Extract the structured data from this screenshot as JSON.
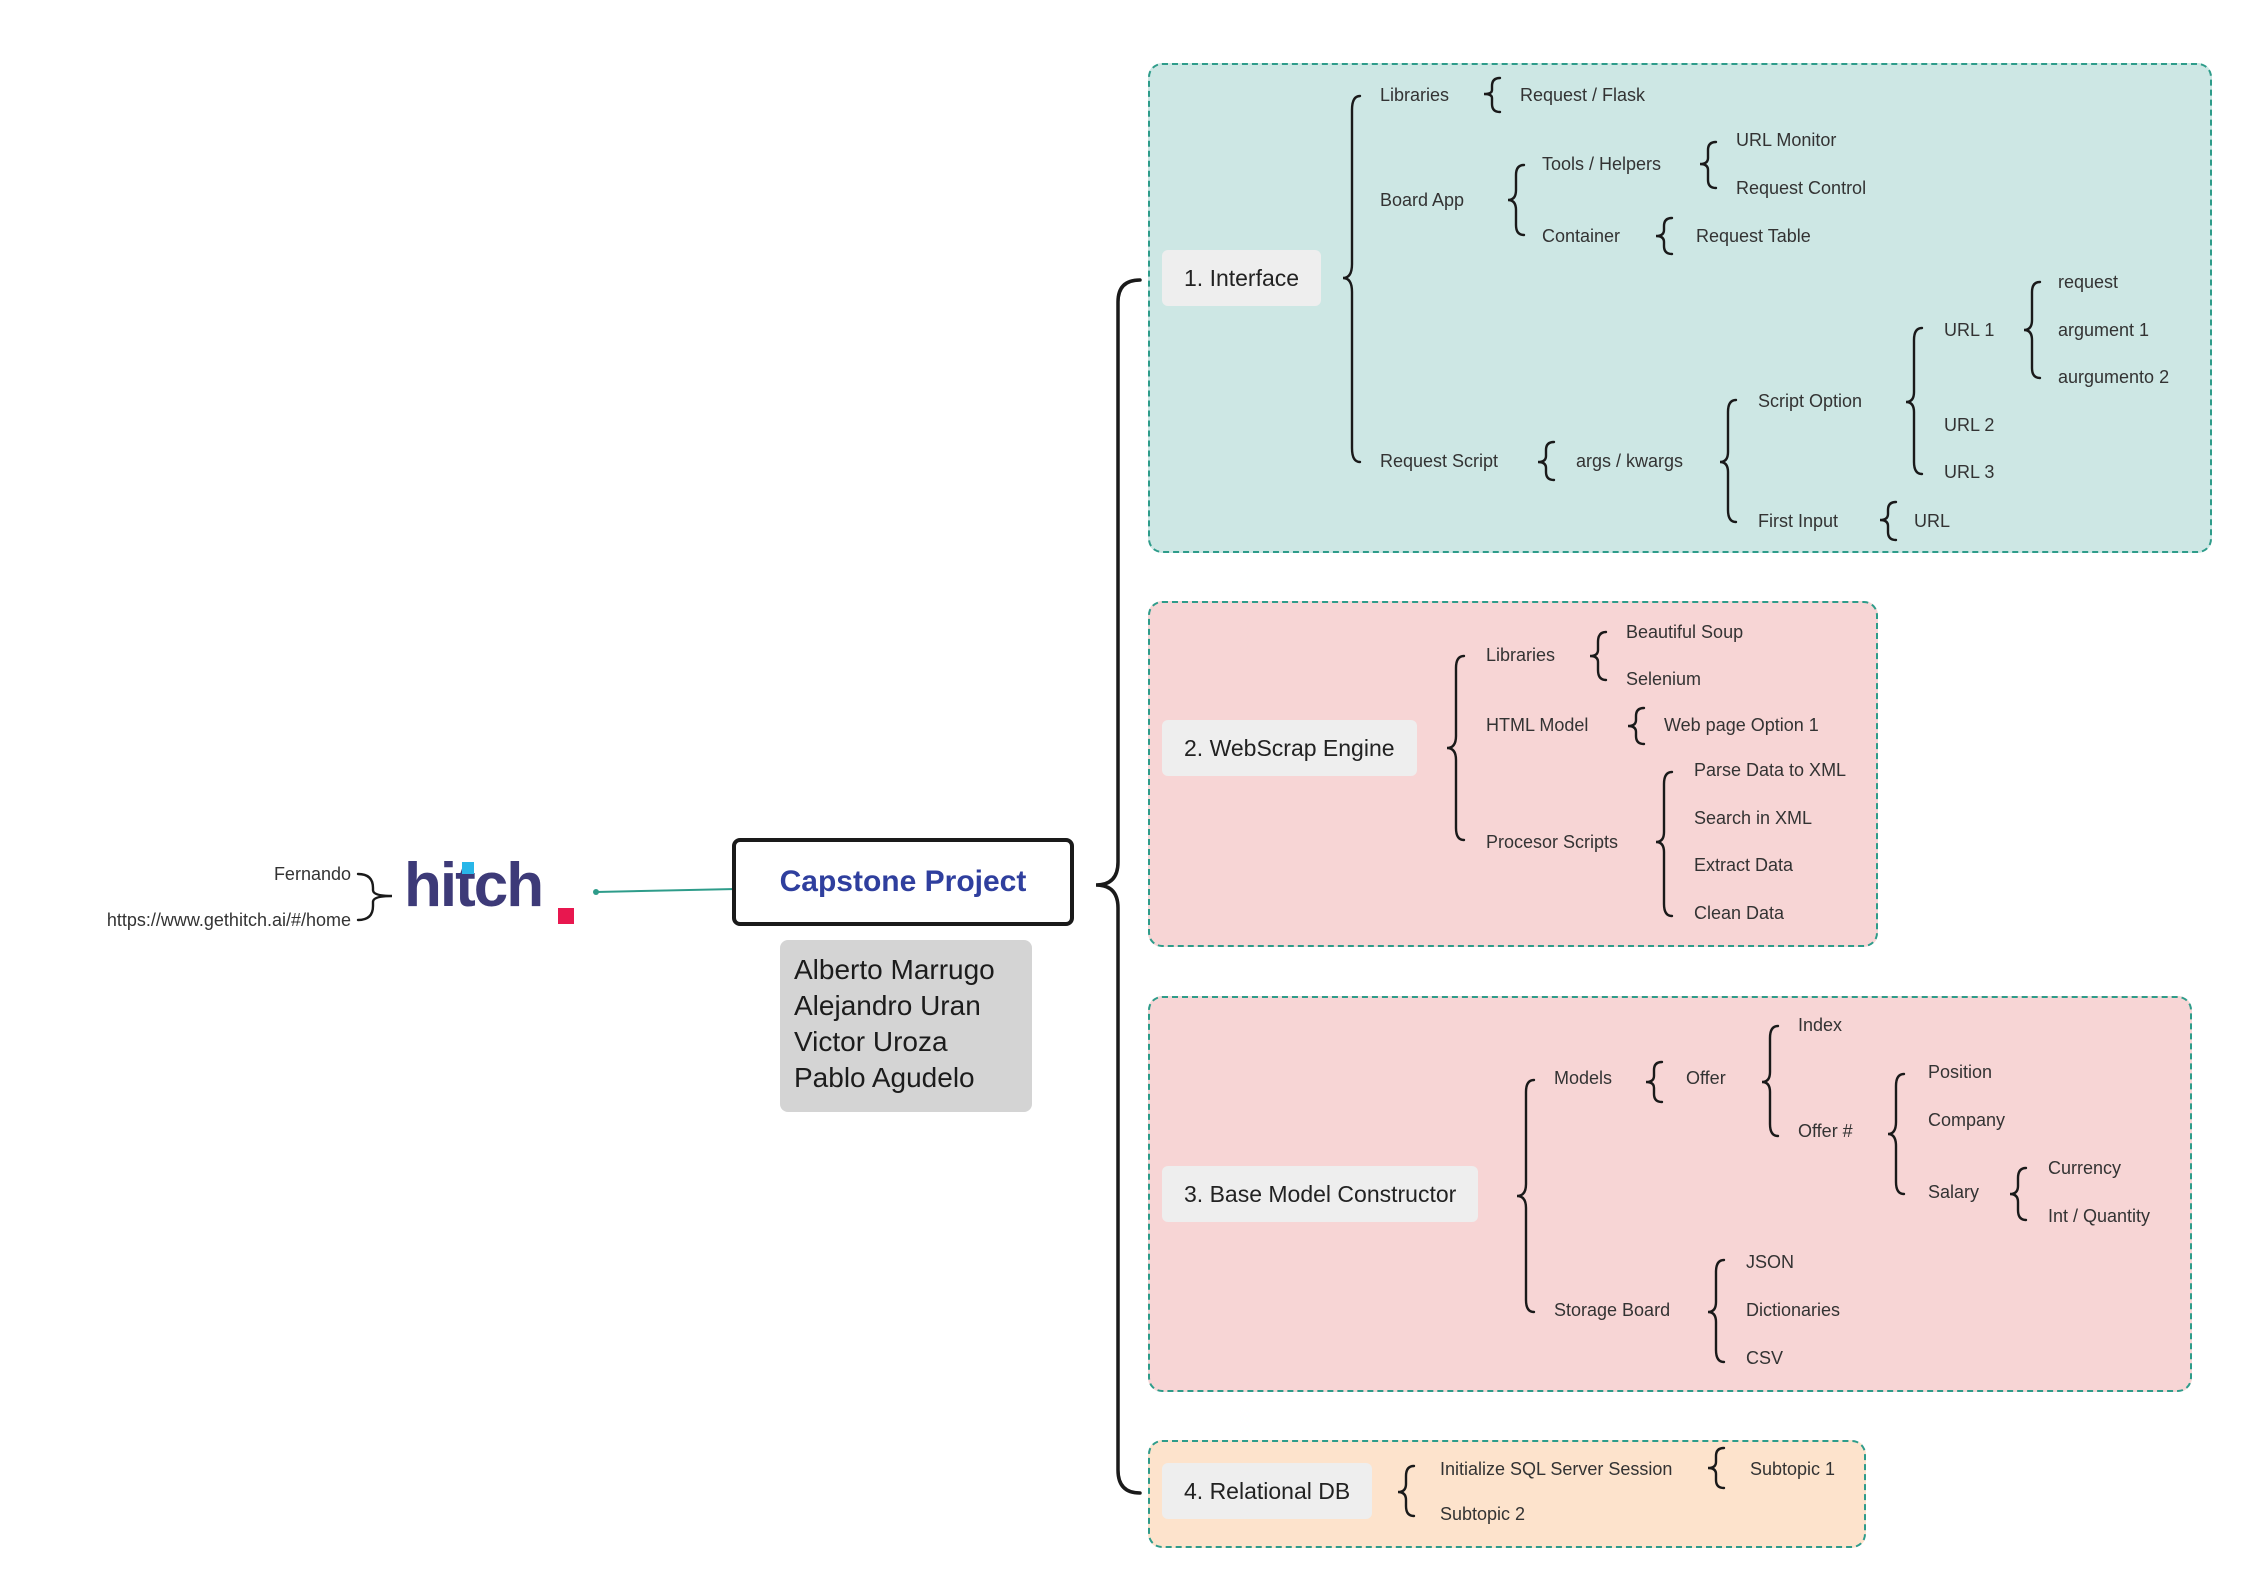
{
  "root": {
    "title": "Capstone Project"
  },
  "team": {
    "members": [
      "Alberto Marrugo",
      "Alejandro Uran",
      "Victor Uroza",
      "Pablo Agudelo"
    ]
  },
  "logo": {
    "text": "hitch",
    "name": "Fernando",
    "url": "https://www.gethitch.ai/#/home"
  },
  "colors": {
    "interface_bg": "#cde7e4",
    "webscrap_bg": "#f7d5d5",
    "model_bg": "#f7d5d5",
    "db_bg": "#fde3cc",
    "border": "#2e9c8a",
    "title": "#2f3f9e",
    "logo_text": "#3d3a78",
    "logo_cyan": "#29b6e8",
    "logo_red": "#e8174f"
  },
  "sections": {
    "interface": {
      "label": "1. Interface",
      "libraries": "Libraries",
      "request_flask": "Request / Flask",
      "board_app": "Board App",
      "tools_helpers": "Tools / Helpers",
      "url_monitor": "URL Monitor",
      "request_control": "Request Control",
      "container": "Container",
      "request_table": "Request Table",
      "request_script": "Request Script",
      "args_kwargs": "args / kwargs",
      "script_option": "Script Option",
      "url1": "URL 1",
      "request": "request",
      "argument1": "argument 1",
      "argument2": "aurgumento 2",
      "url2": "URL 2",
      "url3": "URL 3",
      "first_input": "First Input",
      "url": "URL"
    },
    "webscrap": {
      "label": "2. WebScrap Engine",
      "libraries": "Libraries",
      "beautiful_soup": "Beautiful Soup",
      "selenium": "Selenium",
      "html_model": "HTML Model",
      "web_page_option": "Web page Option 1",
      "procesor_scripts": "Procesor Scripts",
      "parse_xml": "Parse Data to XML",
      "search_xml": "Search in XML",
      "extract_data": "Extract Data",
      "clean_data": "Clean Data"
    },
    "model": {
      "label": "3. Base Model Constructor",
      "models": "Models",
      "offer": "Offer",
      "index": "Index",
      "offer_num": "Offer #",
      "position": "Position",
      "company": "Company",
      "salary": "Salary",
      "currency": "Currency",
      "int_quantity": "Int / Quantity",
      "storage_board": "Storage Board",
      "json": "JSON",
      "dictionaries": "Dictionaries",
      "csv": "CSV"
    },
    "db": {
      "label": "4. Relational DB",
      "init_sql": "Initialize SQL Server Session",
      "subtopic1": "Subtopic 1",
      "subtopic2": "Subtopic 2"
    }
  }
}
